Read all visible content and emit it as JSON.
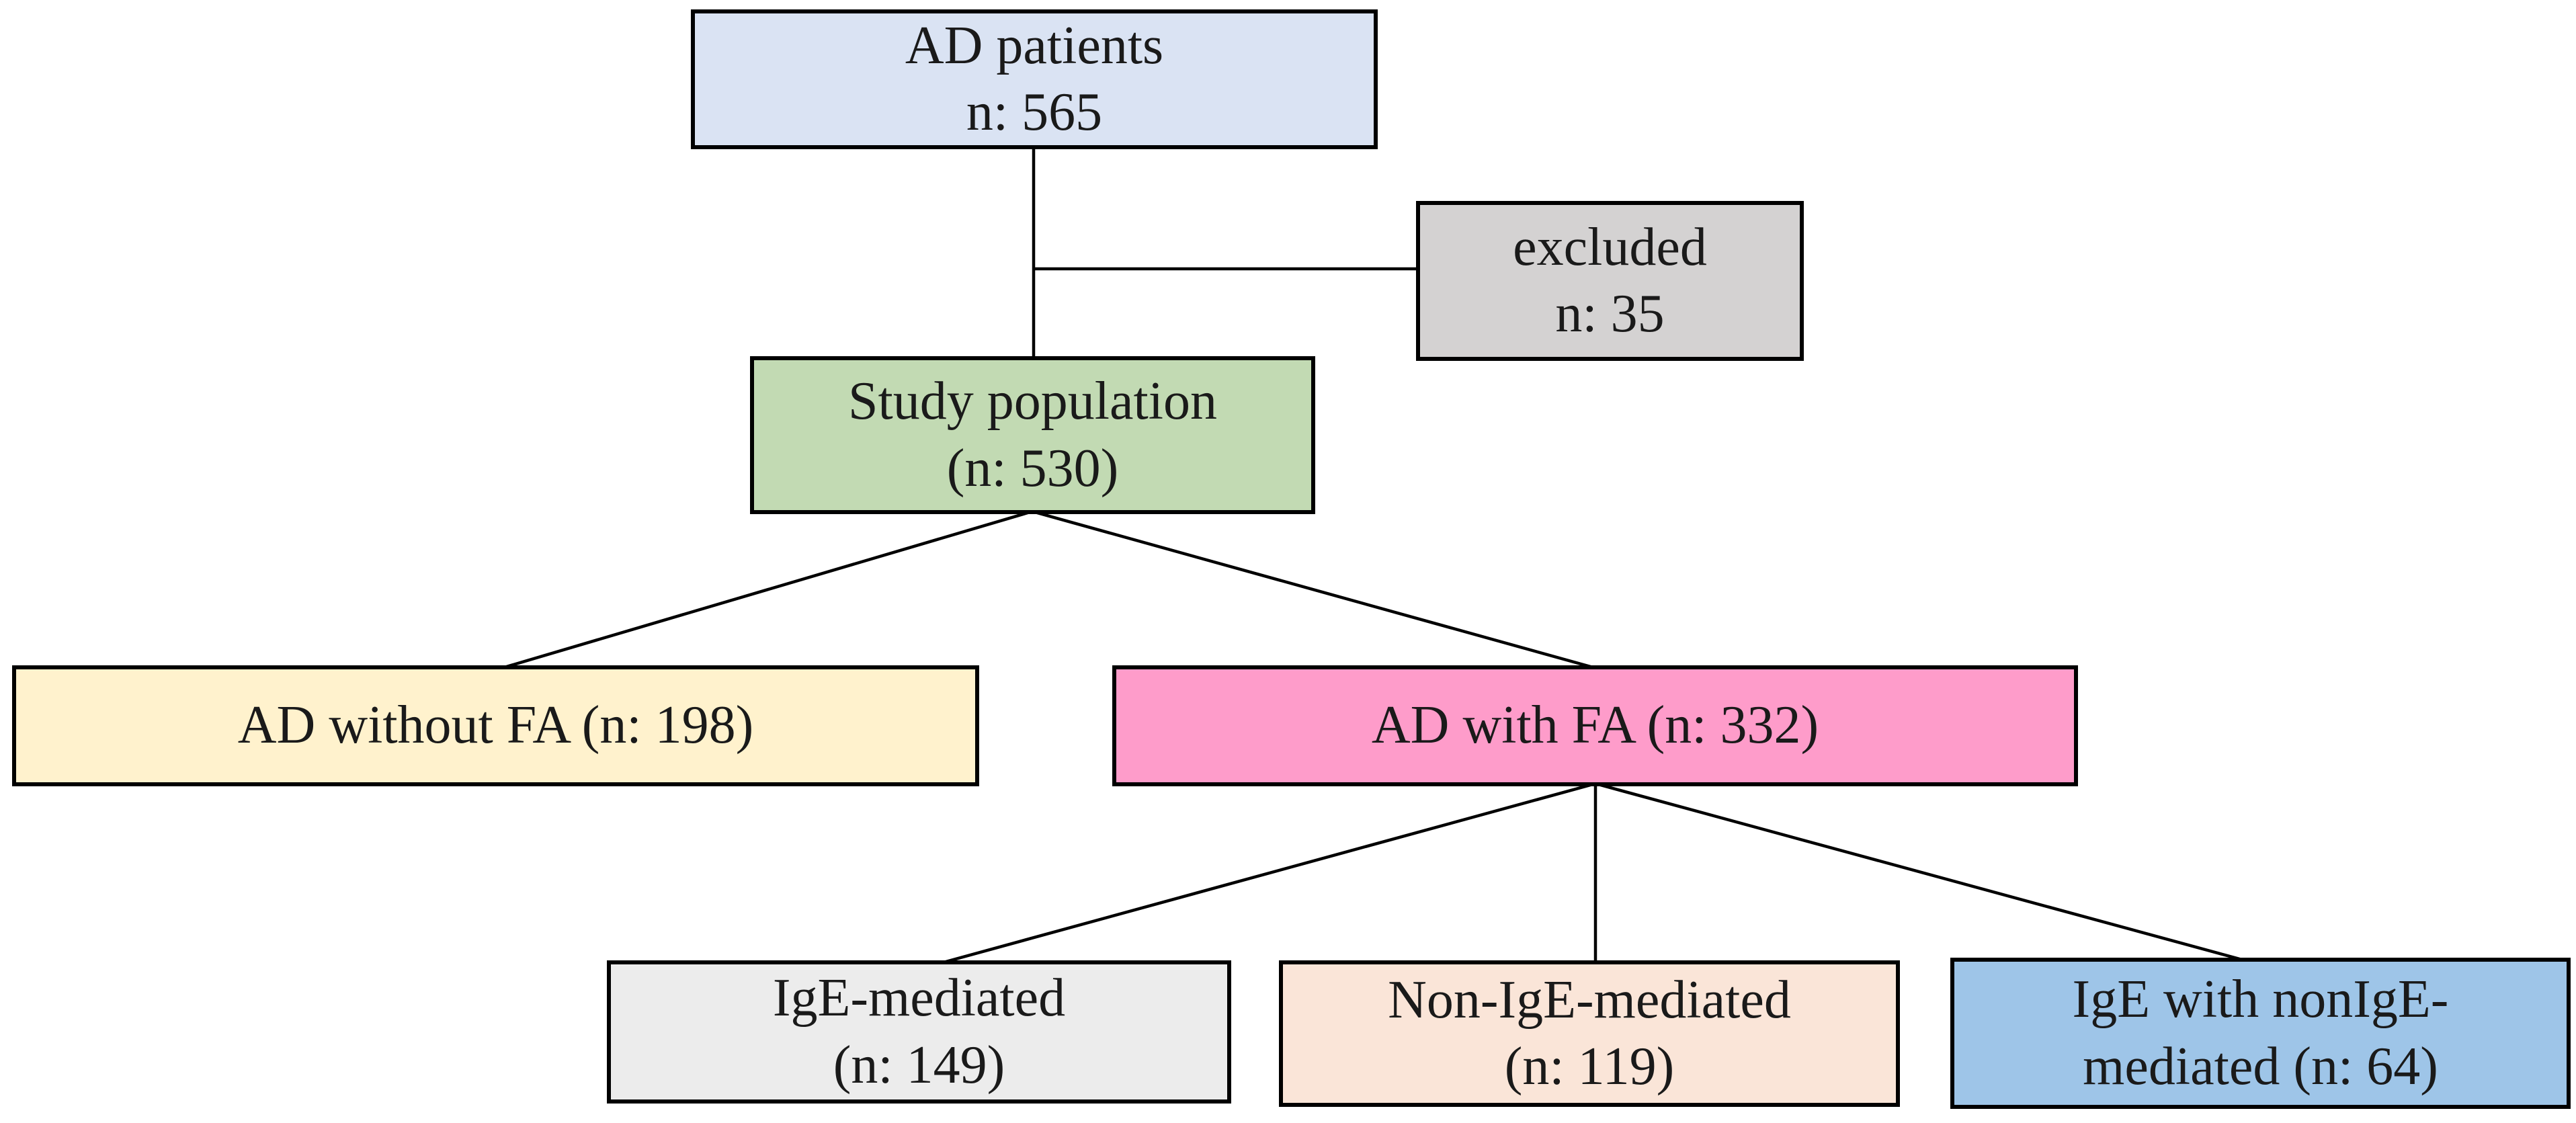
{
  "colors": {
    "background": "#ffffff",
    "node_border": "#000000",
    "connector_line": "#000000",
    "text": "#1a1a1a"
  },
  "diagram": {
    "nodes": {
      "ad_patients": {
        "label": "AD patients\nn: 565",
        "n": 565,
        "fill": "#dae3f3"
      },
      "excluded": {
        "label": "excluded\nn: 35",
        "n": 35,
        "fill": "#d4d2d2"
      },
      "study_population": {
        "label": "Study population\n(n: 530)",
        "n": 530,
        "fill": "#c2dab3"
      },
      "ad_without_fa": {
        "label": "AD without FA (n: 198)",
        "n": 198,
        "fill": "#fff2cd"
      },
      "ad_with_fa": {
        "label": "AD with FA (n: 332)",
        "n": 332,
        "fill": "#fe9cca"
      },
      "ige_mediated": {
        "label": "IgE-mediated\n(n: 149)",
        "n": 149,
        "fill": "#ececec"
      },
      "non_ige_mediated": {
        "label": "Non-IgE-mediated\n(n: 119)",
        "n": 119,
        "fill": "#fae5d8"
      },
      "ige_with_nonige": {
        "label": "IgE with nonIgE-\nmediated (n: 64)",
        "n": 64,
        "fill": "#9ec5e8"
      }
    },
    "edges": [
      {
        "from": "ad_patients",
        "to": "study_population"
      },
      {
        "from": "ad_patients",
        "to": "excluded"
      },
      {
        "from": "study_population",
        "to": "ad_without_fa"
      },
      {
        "from": "study_population",
        "to": "ad_with_fa"
      },
      {
        "from": "ad_with_fa",
        "to": "ige_mediated"
      },
      {
        "from": "ad_with_fa",
        "to": "non_ige_mediated"
      },
      {
        "from": "ad_with_fa",
        "to": "ige_with_nonige"
      }
    ]
  }
}
